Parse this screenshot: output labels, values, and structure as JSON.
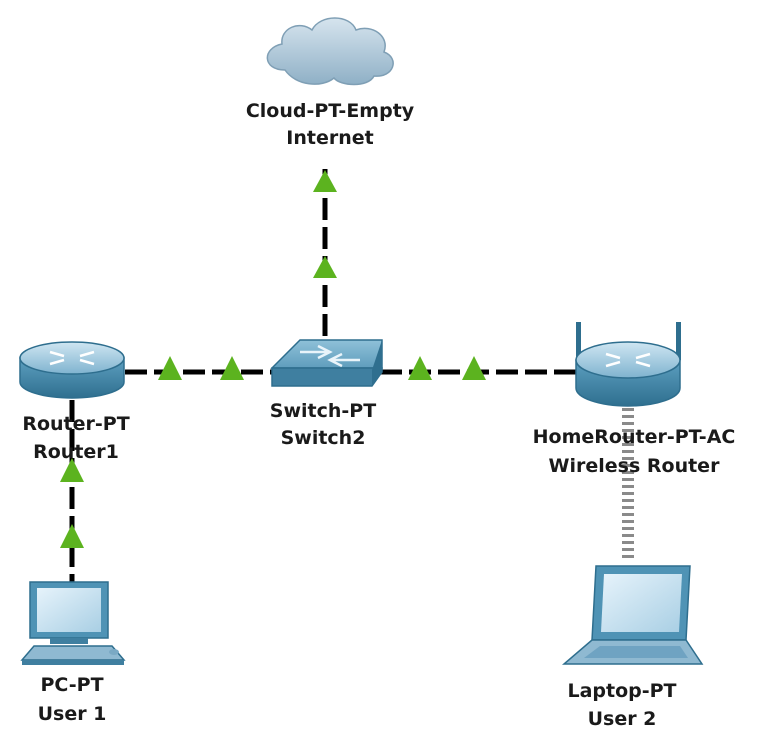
{
  "devices": {
    "cloud": {
      "model": "Cloud-PT-Empty",
      "name": "Internet"
    },
    "switch": {
      "model": "Switch-PT",
      "name": "Switch2"
    },
    "router": {
      "model": "Router-PT",
      "name": "Router1"
    },
    "wireless": {
      "model": "HomeRouter-PT-AC",
      "name": "Wireless Router"
    },
    "pc": {
      "model": "PC-PT",
      "name": "User 1"
    },
    "laptop": {
      "model": "Laptop-PT",
      "name": "User 2"
    }
  },
  "links": [
    {
      "from": "switch",
      "to": "cloud",
      "medium": "copper-straight",
      "status": "up"
    },
    {
      "from": "router",
      "to": "switch",
      "medium": "copper-straight",
      "status": "up"
    },
    {
      "from": "switch",
      "to": "wireless",
      "medium": "copper-straight",
      "status": "up"
    },
    {
      "from": "router",
      "to": "pc",
      "medium": "copper-straight",
      "status": "up"
    },
    {
      "from": "wireless",
      "to": "laptop",
      "medium": "wireless",
      "status": "connected"
    }
  ],
  "colors": {
    "link_up": "#5cb31f",
    "cable": "#000000",
    "device_blue": "#4f93b5",
    "device_dark": "#2e6e8e",
    "cloud": "#a8c4d8"
  }
}
